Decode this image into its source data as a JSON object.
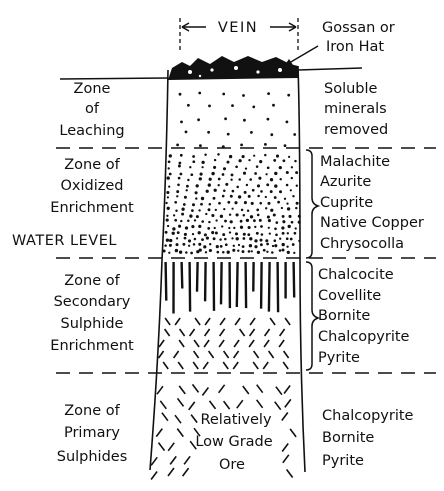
{
  "vein_label": "VEIN",
  "gossan": {
    "line1": "Gossan or",
    "line2": "Iron Hat"
  },
  "zones": {
    "leaching": {
      "lines": [
        "Zone",
        "of",
        "Leaching"
      ]
    },
    "oxidized": {
      "lines": [
        "Zone of",
        "Oxidized",
        "Enrichment"
      ]
    },
    "water_level": "WATER LEVEL",
    "secondary": {
      "lines": [
        "Zone of",
        "Secondary",
        "Sulphide",
        "Enrichment"
      ]
    },
    "primary": {
      "lines": [
        "Zone of",
        "Primary",
        "Sulphides"
      ]
    }
  },
  "ore_label": {
    "lines": [
      "Relatively",
      "Low Grade",
      "Ore"
    ]
  },
  "minerals": {
    "leaching": [
      "Soluble",
      "minerals",
      "removed"
    ],
    "oxidized": [
      "Malachite",
      "Azurite",
      "Cuprite",
      "Native Copper",
      "Chrysocolla"
    ],
    "secondary": [
      "Chalcocite",
      "Covellite",
      "Bornite",
      "Chalcopyrite",
      "Pyrite"
    ],
    "primary": [
      "Chalcopyrite",
      "Bornite",
      "Pyrite"
    ]
  }
}
